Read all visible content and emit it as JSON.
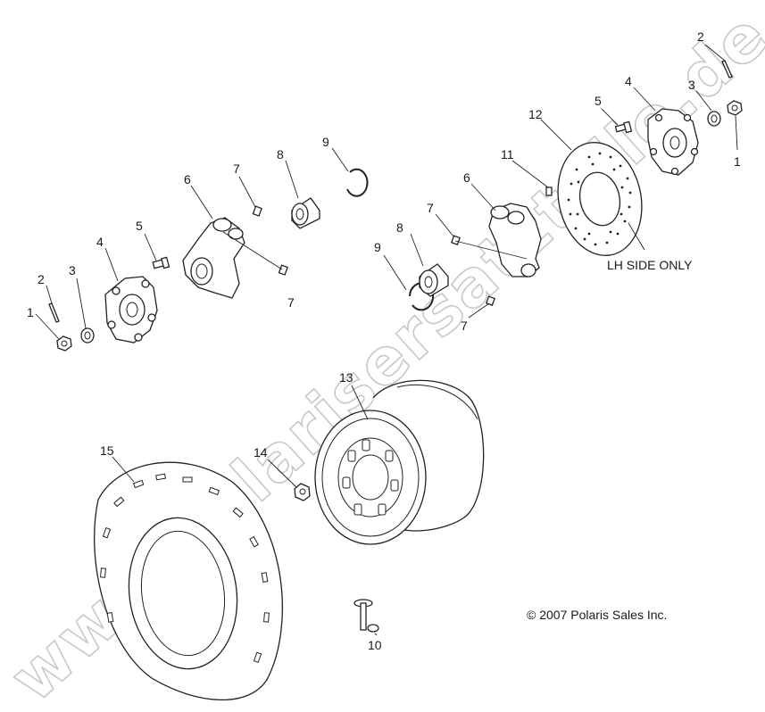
{
  "callouts": {
    "c1a": "1",
    "c1b": "1",
    "c2a": "2",
    "c2b": "2",
    "c3a": "3",
    "c3b": "3",
    "c4a": "4",
    "c4b": "4",
    "c5a": "5",
    "c5b": "5",
    "c6a": "6",
    "c6b": "6",
    "c7a": "7",
    "c7b": "7",
    "c7c": "7",
    "c7d": "7",
    "c8a": "8",
    "c8b": "8",
    "c9a": "9",
    "c9b": "9",
    "c10": "10",
    "c11": "11",
    "c12": "12",
    "c13": "13",
    "c14": "14",
    "c15": "15"
  },
  "notes": {
    "lh_side_only": "LH SIDE ONLY",
    "copyright": "© 2007 Polaris Sales Inc."
  },
  "watermark": "www.polarisersatzteile.de"
}
